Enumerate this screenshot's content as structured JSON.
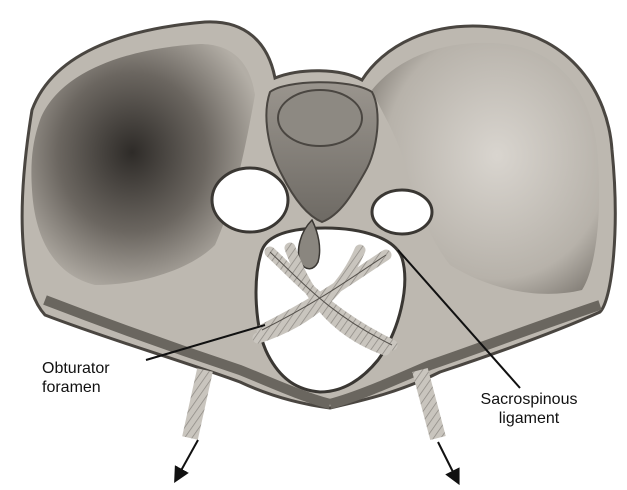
{
  "figure": {
    "type": "anatomical-photograph",
    "subject": "pelvis",
    "colors": {
      "bone_light": "#cfcbc4",
      "bone_dark": "#3d3a36",
      "annotation": "#111111"
    }
  },
  "labels": {
    "obturator": "Obturator\nforamen",
    "sacrospinous": "Sacrospinous\nligament"
  }
}
